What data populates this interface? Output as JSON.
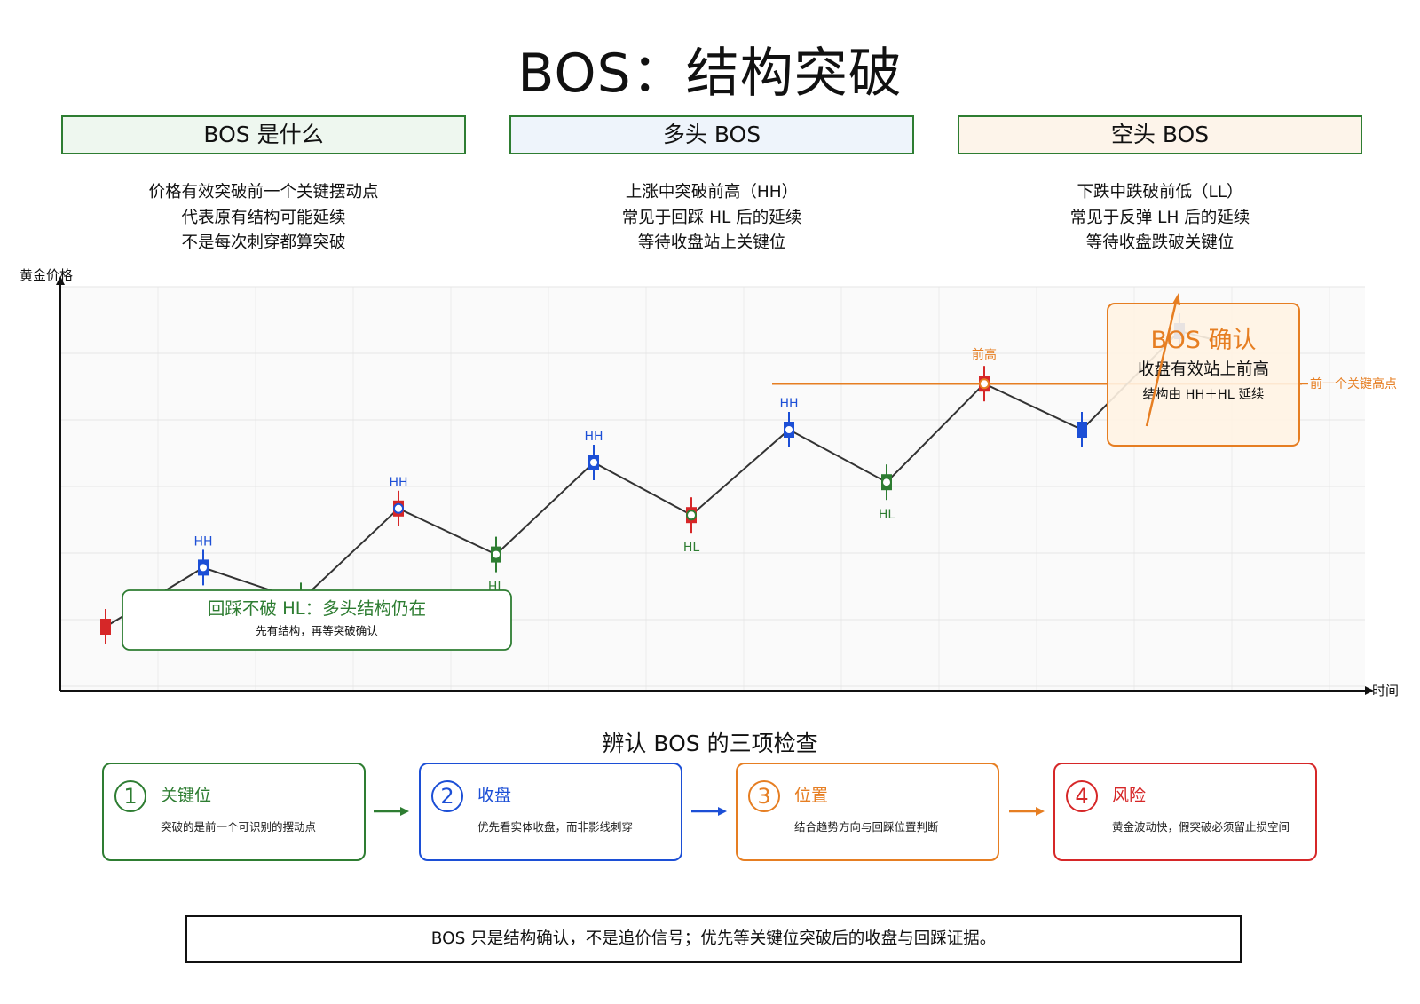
{
  "title": "BOS：结构突破",
  "columns": [
    {
      "header": "BOS 是什么",
      "lines": [
        "价格有效突破前一个关键摆动点",
        "代表原有结构可能延续",
        "不是每次刺穿都算突破"
      ]
    },
    {
      "header": "多头 BOS",
      "lines": [
        "上涨中突破前高（HH）",
        "常见于回踩 HL 后的延续",
        "等待收盘站上关键位"
      ]
    },
    {
      "header": "空头 BOS",
      "lines": [
        "下跌中跌破前低（LL）",
        "常见于反弹 LH 后的延续",
        "等待收盘跌破关键位"
      ]
    }
  ],
  "chart": {
    "y_axis_label": "黄金价格",
    "x_axis_label": "时间",
    "prev_high_label": "前高",
    "key_level_label": "前一个关键高点",
    "bos_box": {
      "title": "BOS 确认",
      "line1": "收盘有效站上前高",
      "line2": "结构由 HH＋HL 延续"
    },
    "note_box": {
      "title": "回踩不破 HL：多头结构仍在",
      "sub": "先有结构，再等突破确认"
    },
    "colors": {
      "up": "#1c4fd6",
      "down": "#d62728",
      "hl": "#2e7d32",
      "bos": "#e67e22",
      "line": "#333333"
    }
  },
  "chart_data": {
    "type": "line",
    "title": "",
    "xlabel": "时间",
    "ylabel": "黄金价格",
    "points": [
      {
        "x": 1,
        "y": 1.5,
        "label": "",
        "candle": "down"
      },
      {
        "x": 2,
        "y": 2.4,
        "label": "HH",
        "candle": "up"
      },
      {
        "x": 3,
        "y": 1.9,
        "label": "",
        "candle": "hl"
      },
      {
        "x": 4,
        "y": 3.3,
        "label": "HH",
        "candle": "down"
      },
      {
        "x": 5,
        "y": 2.6,
        "label": "HL",
        "candle": "hl"
      },
      {
        "x": 6,
        "y": 4.0,
        "label": "HH",
        "candle": "up"
      },
      {
        "x": 7,
        "y": 3.2,
        "label": "HL",
        "candle": "down"
      },
      {
        "x": 8,
        "y": 4.5,
        "label": "HH",
        "candle": "up"
      },
      {
        "x": 9,
        "y": 3.7,
        "label": "HL",
        "candle": "hl"
      },
      {
        "x": 10,
        "y": 5.2,
        "label": "前高",
        "candle": "down"
      },
      {
        "x": 11,
        "y": 4.5,
        "label": "",
        "candle": "up"
      },
      {
        "x": 12,
        "y": 6.0,
        "label": "",
        "candle": "up"
      }
    ],
    "key_level": 5.2,
    "grid": true
  },
  "checks": {
    "title": "辨认 BOS 的三项检查",
    "items": [
      {
        "num": "1",
        "title": "关键位",
        "desc": "突破的是前一个可识别的摆动点"
      },
      {
        "num": "2",
        "title": "收盘",
        "desc": "优先看实体收盘，而非影线刺穿"
      },
      {
        "num": "3",
        "title": "位置",
        "desc": "结合趋势方向与回踩位置判断"
      },
      {
        "num": "4",
        "title": "风险",
        "desc": "黄金波动快，假突破必须留止损空间"
      }
    ]
  },
  "footer": "BOS 只是结构确认，不是追价信号；优先等关键位突破后的收盘与回踩证据。"
}
